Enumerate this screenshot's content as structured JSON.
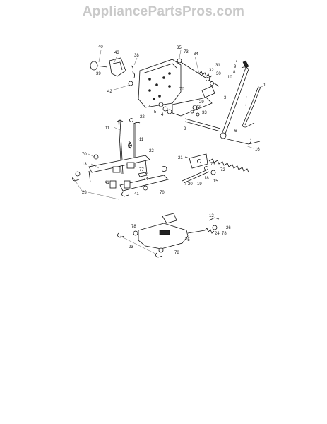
{
  "watermark": "AppliancePartsPros.com",
  "callouts": [
    {
      "id": "c40",
      "text": "40"
    },
    {
      "id": "c43",
      "text": "43"
    },
    {
      "id": "c38",
      "text": "38"
    },
    {
      "id": "c39",
      "text": "39"
    },
    {
      "id": "c42",
      "text": "42"
    },
    {
      "id": "c35",
      "text": "35"
    },
    {
      "id": "c73a",
      "text": "73"
    },
    {
      "id": "c34",
      "text": "34"
    },
    {
      "id": "c31",
      "text": "31"
    },
    {
      "id": "c32",
      "text": "32"
    },
    {
      "id": "c30",
      "text": "30"
    },
    {
      "id": "c7",
      "text": "7"
    },
    {
      "id": "c9",
      "text": "9"
    },
    {
      "id": "c8",
      "text": "8"
    },
    {
      "id": "c10",
      "text": "10"
    },
    {
      "id": "c1",
      "text": "1"
    },
    {
      "id": "c3",
      "text": "3"
    },
    {
      "id": "c70a",
      "text": "70"
    },
    {
      "id": "c29",
      "text": "29"
    },
    {
      "id": "c72a",
      "text": "72"
    },
    {
      "id": "c33",
      "text": "33"
    },
    {
      "id": "c4a",
      "text": "4"
    },
    {
      "id": "c5",
      "text": "5"
    },
    {
      "id": "c4b",
      "text": "4"
    },
    {
      "id": "c22a",
      "text": "22"
    },
    {
      "id": "c2",
      "text": "2"
    },
    {
      "id": "c6",
      "text": "6"
    },
    {
      "id": "c11a",
      "text": "11"
    },
    {
      "id": "c11b",
      "text": "11"
    },
    {
      "id": "c16",
      "text": "16"
    },
    {
      "id": "c21",
      "text": "21"
    },
    {
      "id": "c73b",
      "text": "73"
    },
    {
      "id": "c72b",
      "text": "72"
    },
    {
      "id": "c22b",
      "text": "22"
    },
    {
      "id": "c70b",
      "text": "70"
    },
    {
      "id": "c13",
      "text": "13"
    },
    {
      "id": "c77",
      "text": "77"
    },
    {
      "id": "c20",
      "text": "20"
    },
    {
      "id": "c19",
      "text": "19"
    },
    {
      "id": "c18",
      "text": "18"
    },
    {
      "id": "c15",
      "text": "15"
    },
    {
      "id": "c41a",
      "text": "41"
    },
    {
      "id": "c74",
      "text": "74"
    },
    {
      "id": "c41b",
      "text": "41"
    },
    {
      "id": "c70c",
      "text": "70"
    },
    {
      "id": "c23a",
      "text": "23"
    },
    {
      "id": "c12",
      "text": "12"
    },
    {
      "id": "c78a",
      "text": "78"
    },
    {
      "id": "c26",
      "text": "26"
    },
    {
      "id": "c24",
      "text": "24"
    },
    {
      "id": "c78b",
      "text": "78"
    },
    {
      "id": "c75",
      "text": "75"
    },
    {
      "id": "c23b",
      "text": "23"
    },
    {
      "id": "c78c",
      "text": "78"
    }
  ]
}
